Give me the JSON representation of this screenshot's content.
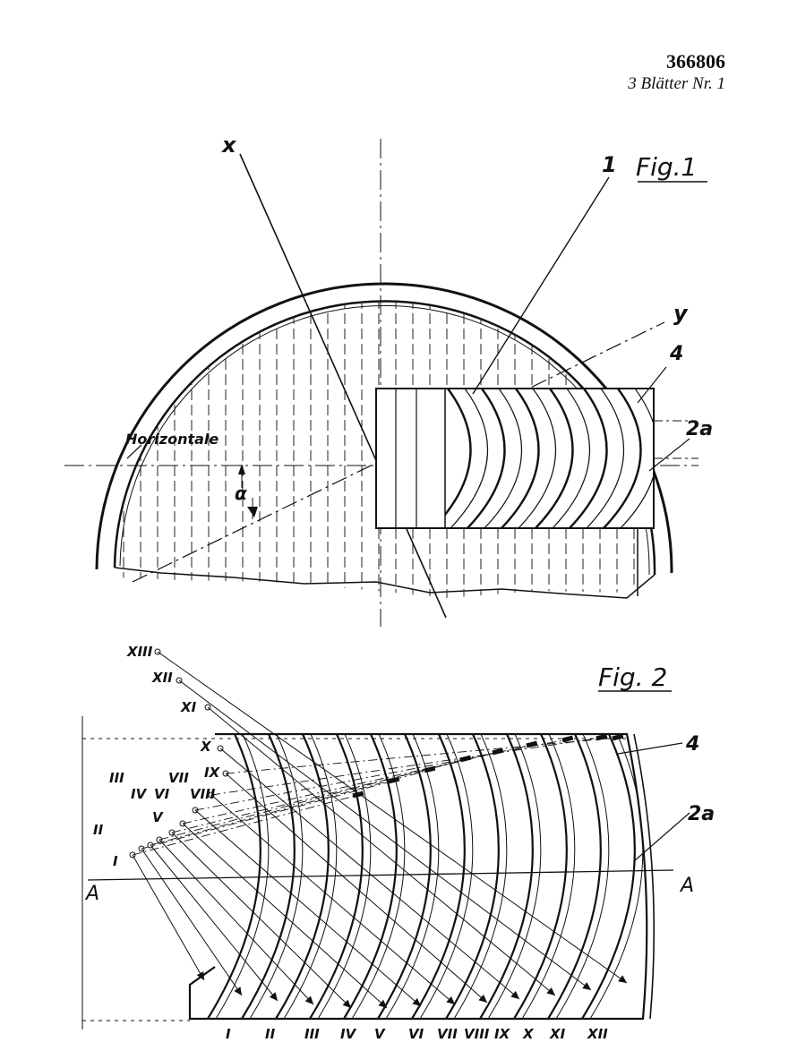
{
  "header": {
    "patent_number": "366806",
    "sheet_info": "3 Blätter   Nr. 1"
  },
  "fig1": {
    "title": "Fig.1",
    "axis_x": "x",
    "axis_y": "y",
    "horizontal_label": "Horizontale",
    "angle_label": "α",
    "ref_1": "1",
    "ref_4": "4",
    "ref_2a": "2a"
  },
  "fig2": {
    "title": "Fig. 2",
    "ref_4": "4",
    "ref_2a": "2a",
    "section_left": "A",
    "section_right": "A",
    "start_labels": [
      "I",
      "II",
      "III",
      "IV",
      "V",
      "VI",
      "VII",
      "VIII",
      "IX",
      "X",
      "XI",
      "XII",
      "XIII"
    ],
    "end_labels": [
      "I",
      "II",
      "III",
      "IV",
      "V",
      "VI",
      "VII",
      "VIII",
      "IX",
      "X",
      "XI",
      "XII"
    ]
  }
}
